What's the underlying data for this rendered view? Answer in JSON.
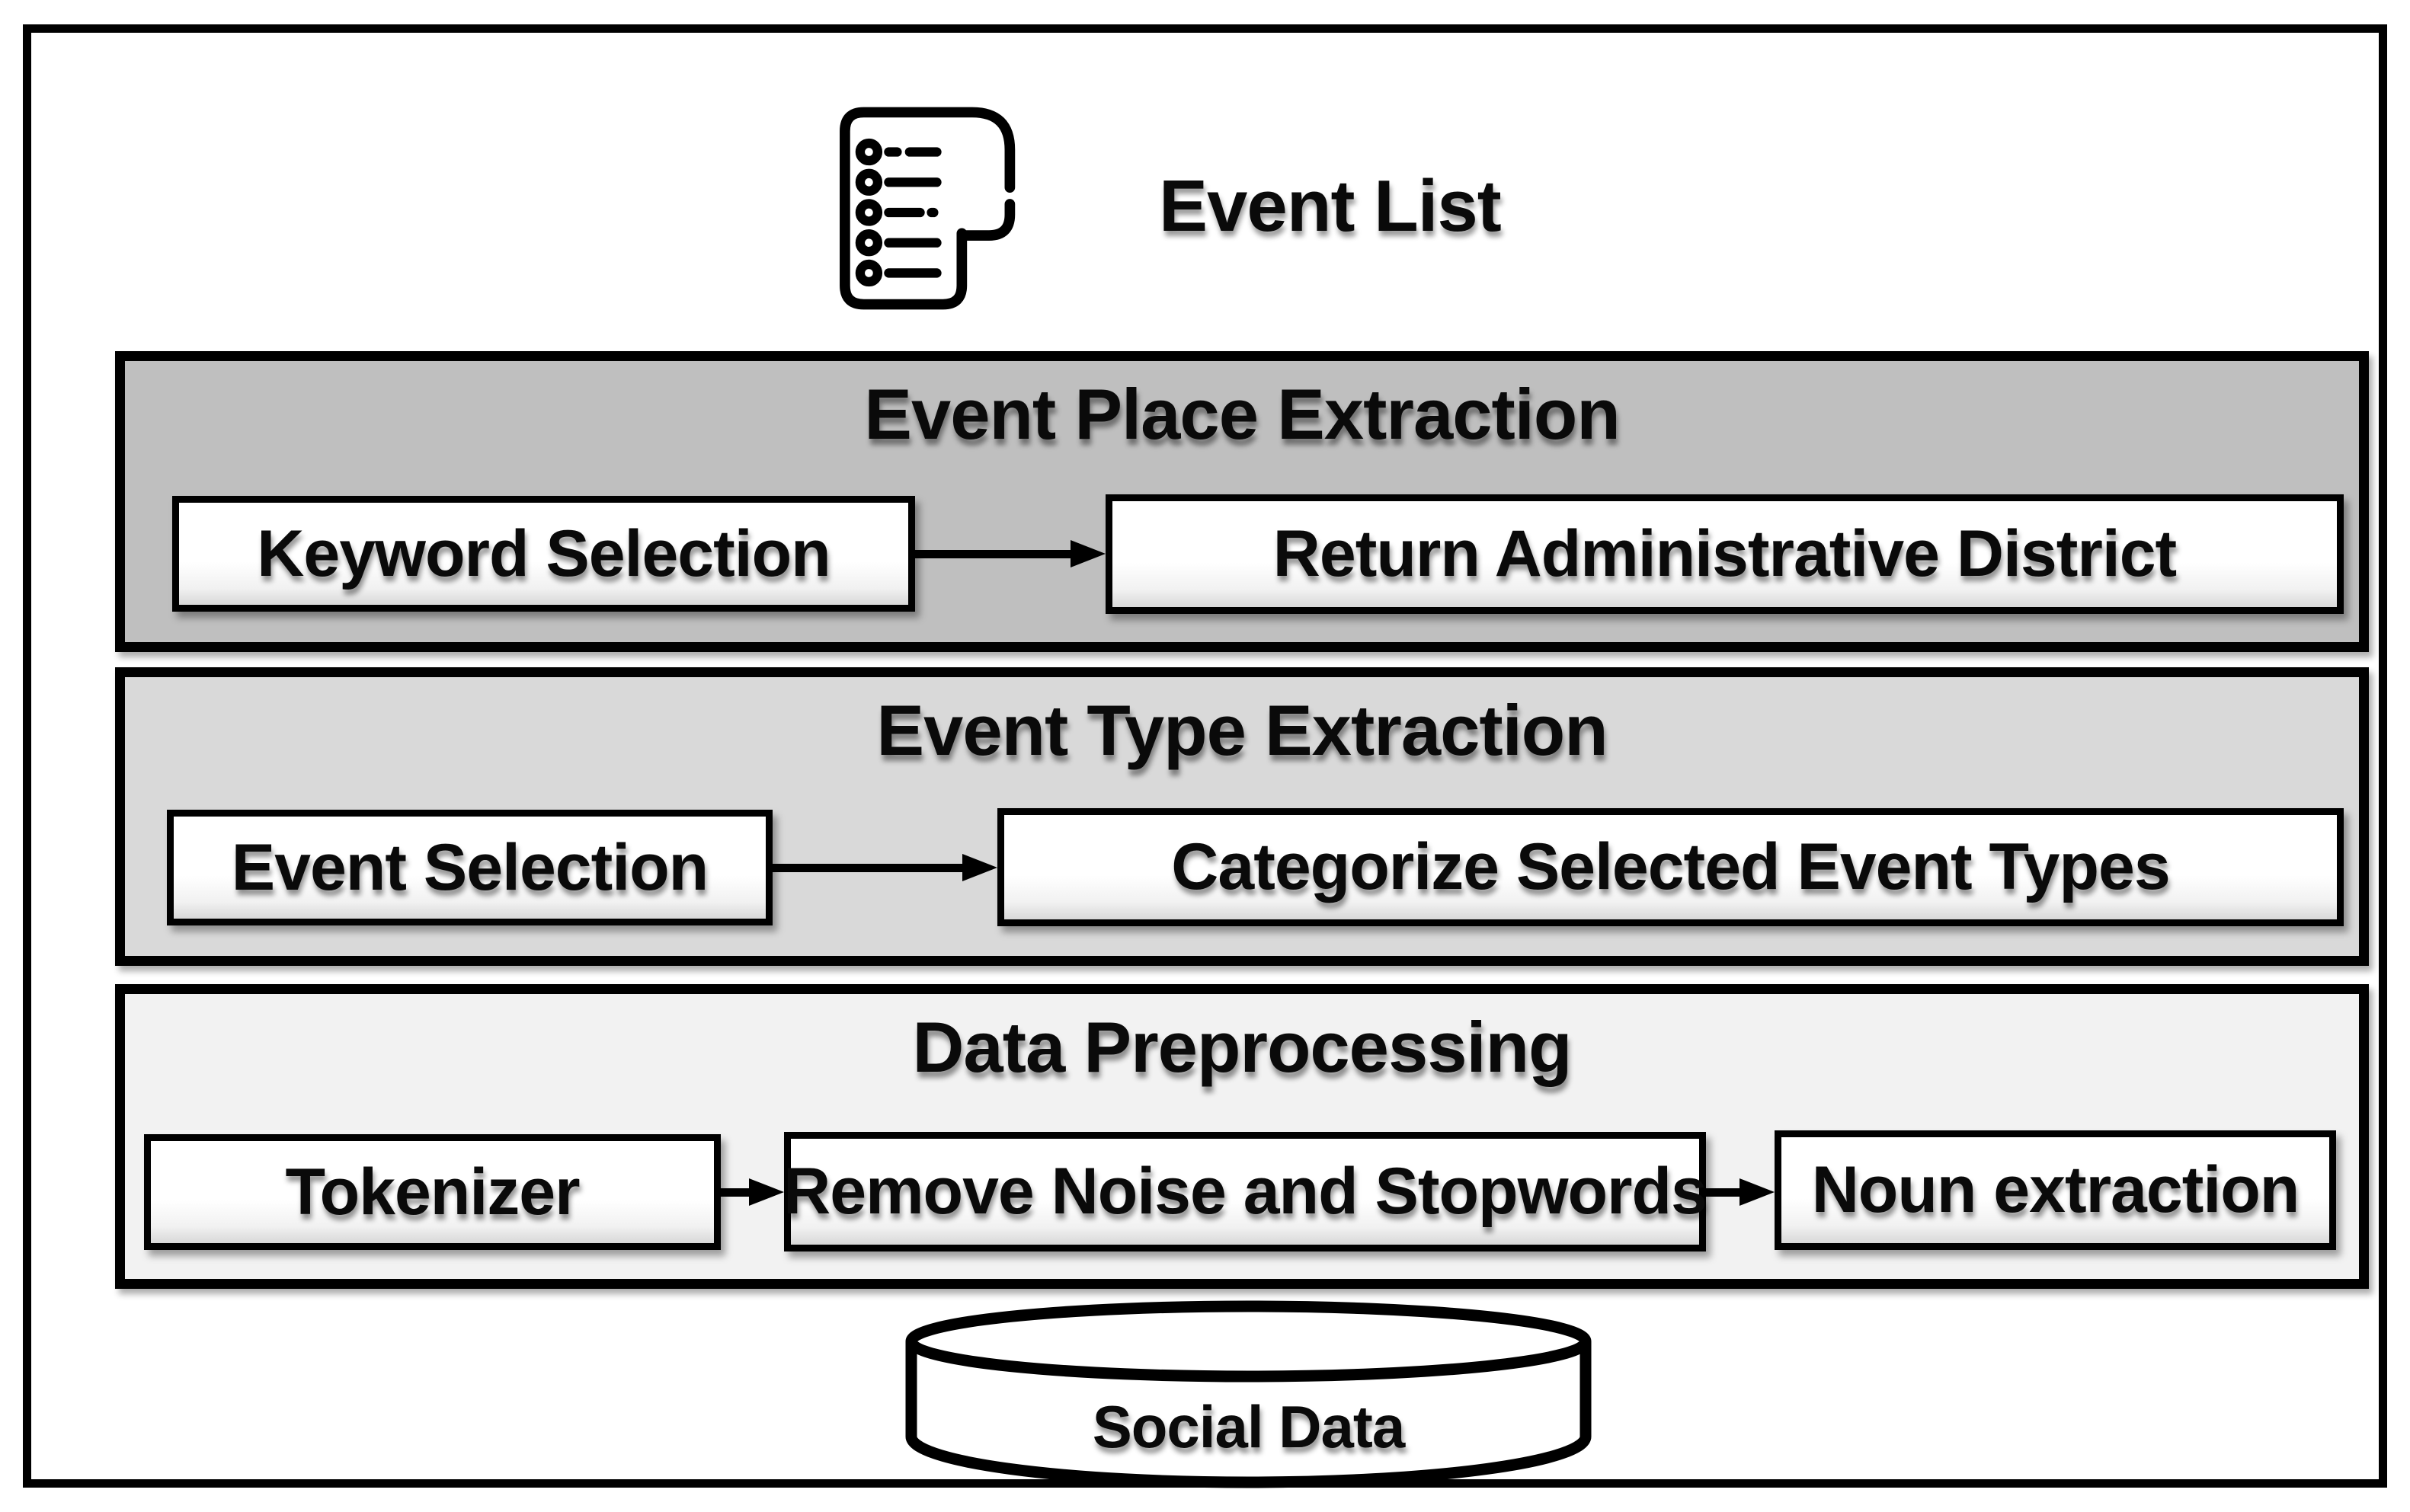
{
  "header": {
    "icon": "event-list-icon",
    "label": "Event List"
  },
  "sections": [
    {
      "title": "Event Place Extraction",
      "bg": "#bfbfbf",
      "steps": [
        "Keyword Selection",
        "Return Administrative District"
      ]
    },
    {
      "title": "Event Type Extraction",
      "bg": "#d9d9d9",
      "steps": [
        "Event Selection",
        "Categorize Selected Event Types"
      ]
    },
    {
      "title": "Data Preprocessing",
      "bg": "#f2f2f2",
      "steps": [
        "Tokenizer",
        "Remove Noise and Stopwords",
        "Noun extraction"
      ]
    }
  ],
  "datastore": {
    "label": "Social Data",
    "shape": "cylinder"
  },
  "colors": {
    "stroke": "#000000",
    "box_fill": "#ffffff",
    "section1_bg": "#bfbfbf",
    "section2_bg": "#d9d9d9",
    "section3_bg": "#f2f2f2",
    "page_bg": "#ffffff"
  }
}
